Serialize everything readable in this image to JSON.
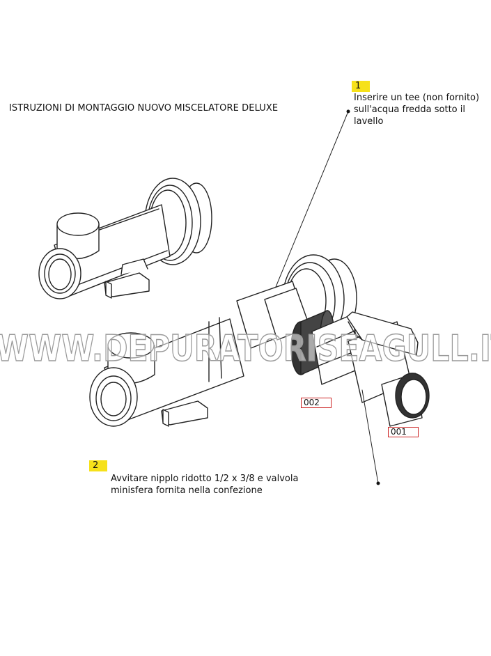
{
  "title": "ISTRUZIONI DI MONTAGGIO NUOVO MISCELATORE DELUXE",
  "colors": {
    "badge": "#f6e11a",
    "part_border": "#cc2222",
    "line": "#222222"
  },
  "steps": [
    {
      "number": "1",
      "lines": [
        "Inserire un tee (non fornito)",
        "sull'acqua fredda sotto il",
        "lavello"
      ]
    },
    {
      "number": "2",
      "lines": [
        "Avvitare nipplo ridotto 1/2 x 3/8 e valvola",
        "minisfera fornita nella confezione"
      ]
    }
  ],
  "parts": [
    {
      "code": "002"
    },
    {
      "code": "001"
    }
  ],
  "watermark": "WWW.DEPURATORISEAGULL.IT"
}
